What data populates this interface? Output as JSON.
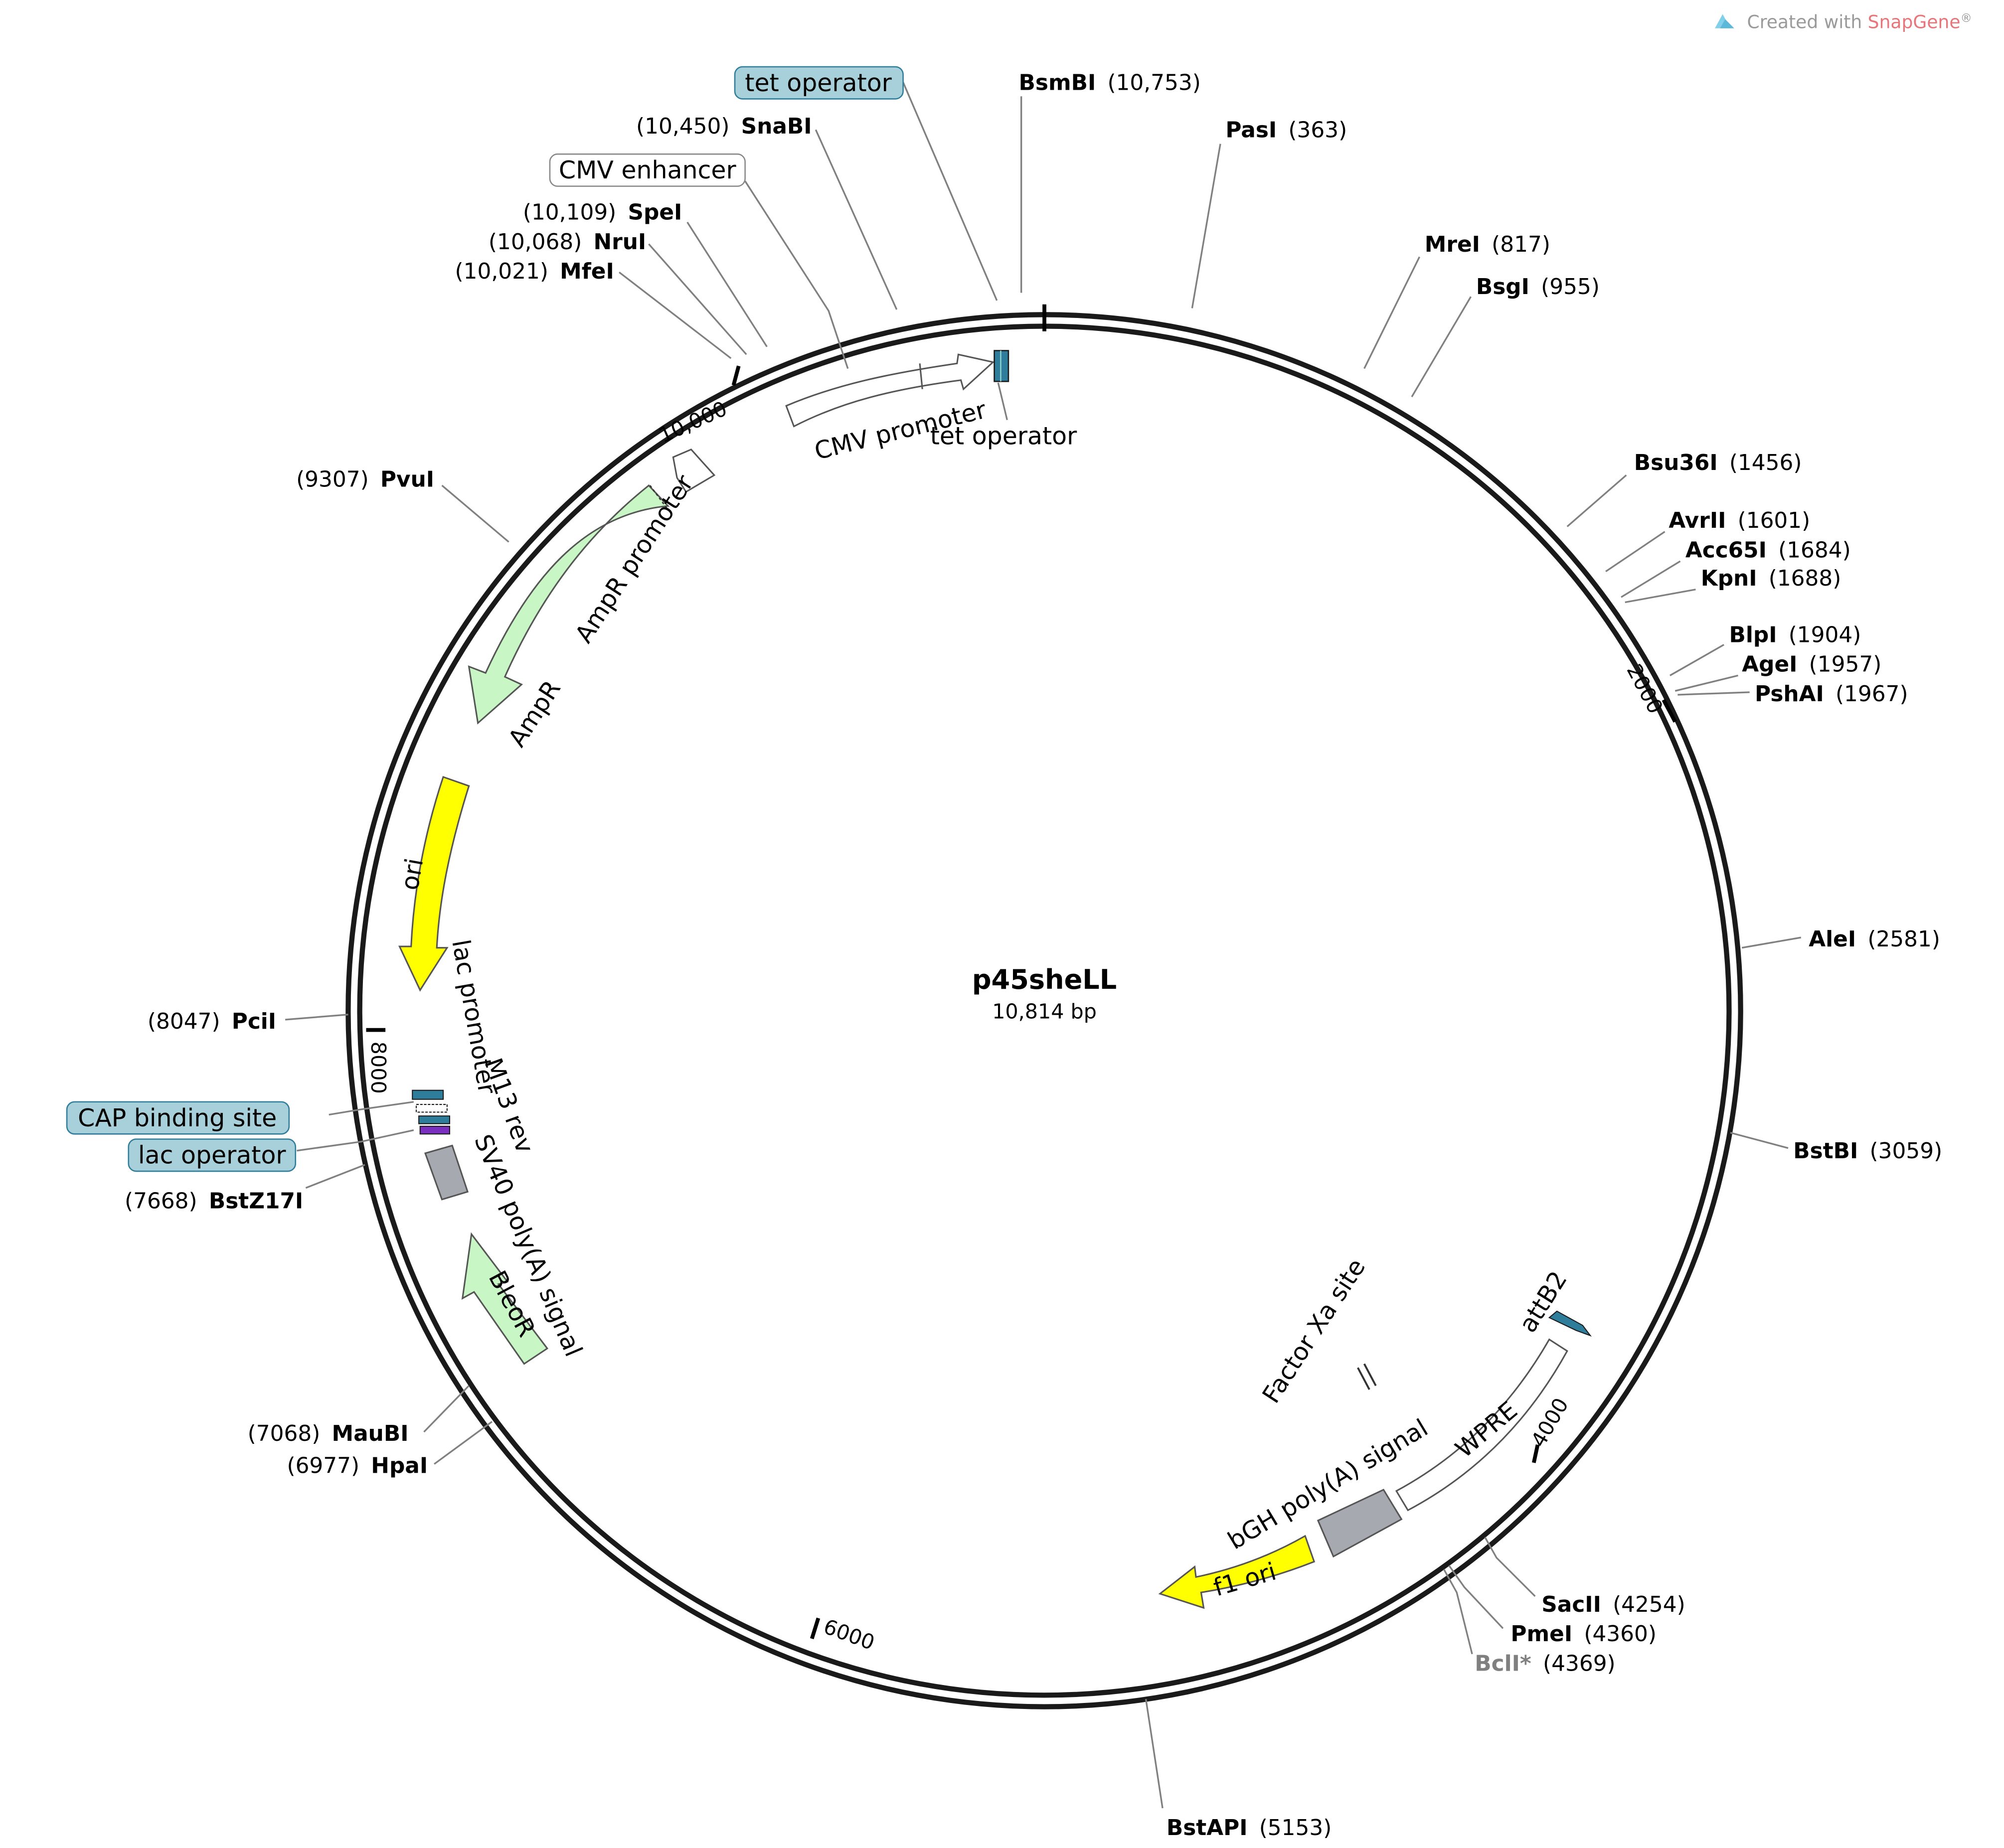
{
  "plasmid": {
    "name": "p45sheLL",
    "length_label": "10,814 bp",
    "length_bp": 10814
  },
  "branding": {
    "prefix": "Created with ",
    "brand": "SnapGene",
    "suffix": "®",
    "icon": "snapgene-logo-icon"
  },
  "ruler_ticks": [
    {
      "label": "10,000",
      "bp": 10000
    },
    {
      "label": "2000",
      "bp": 2000
    },
    {
      "label": "4000",
      "bp": 4000
    },
    {
      "label": "6000",
      "bp": 6000
    },
    {
      "label": "8000",
      "bp": 8000
    }
  ],
  "sites": [
    {
      "name": "BsmBI",
      "pos": "(10,753)"
    },
    {
      "name": "PasI",
      "pos": "(363)"
    },
    {
      "name": "MreI",
      "pos": "(817)"
    },
    {
      "name": "BsgI",
      "pos": "(955)"
    },
    {
      "name": "Bsu36I",
      "pos": "(1456)"
    },
    {
      "name": "AvrII",
      "pos": "(1601)"
    },
    {
      "name": "Acc65I",
      "pos": "(1684)"
    },
    {
      "name": "KpnI",
      "pos": "(1688)"
    },
    {
      "name": "BlpI",
      "pos": "(1904)"
    },
    {
      "name": "AgeI",
      "pos": "(1957)"
    },
    {
      "name": "PshAI",
      "pos": "(1967)"
    },
    {
      "name": "AleI",
      "pos": "(2581)"
    },
    {
      "name": "BstBI",
      "pos": "(3059)"
    },
    {
      "name": "SacII",
      "pos": "(4254)"
    },
    {
      "name": "PmeI",
      "pos": "(4360)"
    },
    {
      "name": "BclI*",
      "pos": "(4369)"
    },
    {
      "name": "BstAPI",
      "pos": "(5153)"
    },
    {
      "name": "HpaI",
      "pos": "(6977)"
    },
    {
      "name": "MauBI",
      "pos": "(7068)"
    },
    {
      "name": "BstZ17I",
      "pos": "(7668)"
    },
    {
      "name": "PciI",
      "pos": "(8047)"
    },
    {
      "name": "PvuI",
      "pos": "(9307)"
    },
    {
      "name": "MfeI",
      "pos": "(10,021)"
    },
    {
      "name": "NruI",
      "pos": "(10,068)"
    },
    {
      "name": "SpeI",
      "pos": "(10,109)"
    },
    {
      "name": "SnaBI",
      "pos": "(10,450)"
    }
  ],
  "outer_features": [
    {
      "label": "tet operator"
    },
    {
      "label": "CMV enhancer"
    },
    {
      "label": "CAP binding site"
    },
    {
      "label": "lac operator"
    }
  ],
  "features": [
    {
      "label": "CMV promoter"
    },
    {
      "label": "tet operator"
    },
    {
      "label": "AmpR promoter"
    },
    {
      "label": "AmpR"
    },
    {
      "label": "ori"
    },
    {
      "label": "lac promoter"
    },
    {
      "label": "M13 rev"
    },
    {
      "label": "SV40 poly(A) signal"
    },
    {
      "label": "BleoR"
    },
    {
      "label": "Factor Xa site"
    },
    {
      "label": "attB2"
    },
    {
      "label": "WPRE"
    },
    {
      "label": "bGH poly(A) signal"
    },
    {
      "label": "f1 ori"
    }
  ],
  "colors": {
    "backbone": "#1a1a1a",
    "promoter": "#ffffff",
    "ampr": "#c8f7c5",
    "ori": "#ffff00",
    "polyA": "#a6aab0",
    "operator": "#2e7d9a",
    "operator_label_bg": "#a8d0da",
    "leader_line": "#808080",
    "bcli_grey": "#808080"
  }
}
